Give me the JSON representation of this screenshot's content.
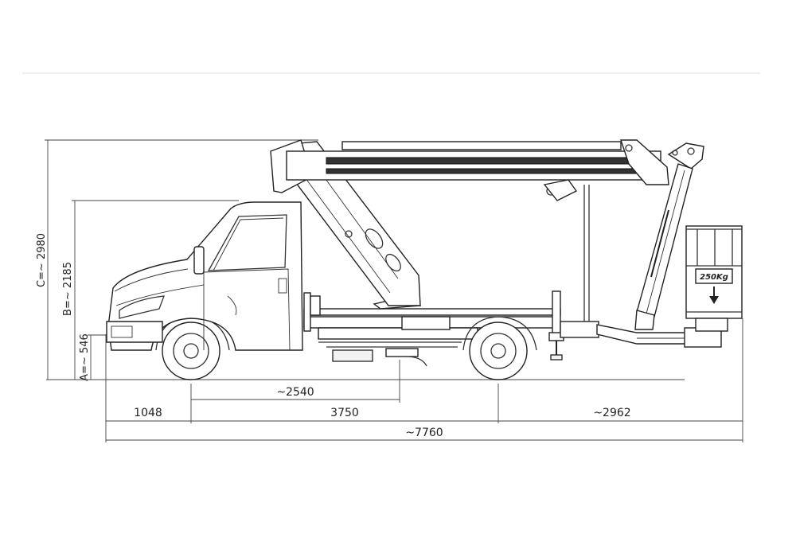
{
  "dimensions": {
    "height_c": "C=~ 2980",
    "height_b": "B=~ 2185",
    "height_a": "A=~ 546",
    "reach": "~2540",
    "front_overhang": "1048",
    "wheelbase": "3750",
    "rear_overhang": "~2962",
    "total_length": "~7760"
  },
  "basket": {
    "load_label": "250Kg"
  }
}
